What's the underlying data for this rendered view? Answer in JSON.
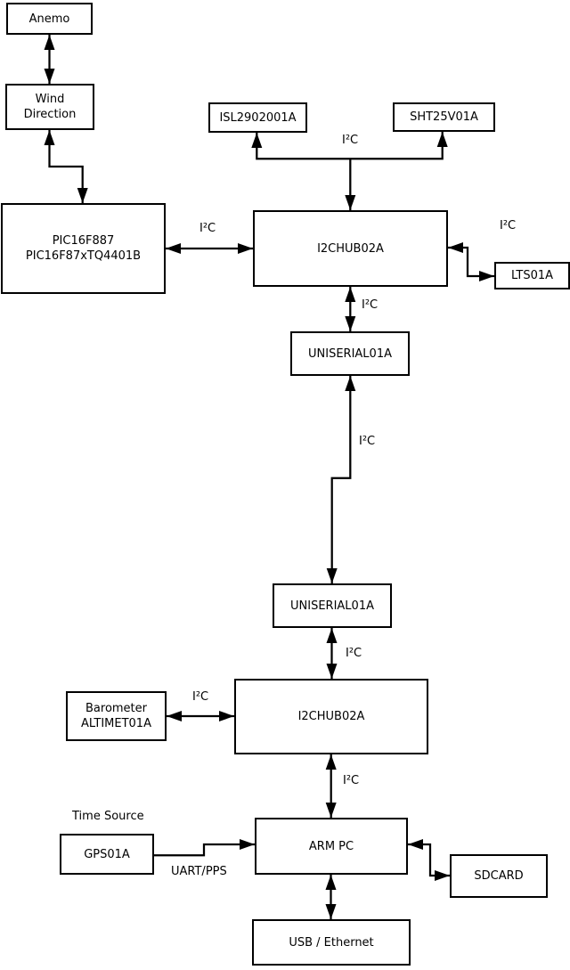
{
  "diagram": {
    "colors": {
      "stroke": "#000000",
      "background": "#ffffff"
    },
    "nodes": {
      "anemo": {
        "label": "Anemo"
      },
      "wind_direction": {
        "line1": "Wind",
        "line2": "Direction"
      },
      "pic": {
        "line1": "PIC16F887",
        "line2": "PIC16F87xTQ4401B"
      },
      "isl": {
        "label": "ISL2902001A"
      },
      "sht": {
        "label": "SHT25V01A"
      },
      "hub_top": {
        "label": "I2CHUB02A"
      },
      "lts": {
        "label": "LTS01A"
      },
      "uniserial_upper": {
        "label": "UNISERIAL01A"
      },
      "uniserial_lower": {
        "label": "UNISERIAL01A"
      },
      "hub_bottom": {
        "label": "I2CHUB02A"
      },
      "barometer": {
        "line1": "Barometer",
        "line2": "ALTIMET01A"
      },
      "gps": {
        "label": "GPS01A"
      },
      "arm_pc": {
        "label": "ARM PC"
      },
      "sdcard": {
        "label": "SDCARD"
      },
      "usb_ethernet": {
        "label": "USB / Ethernet"
      }
    },
    "edge_labels": {
      "i2c_sensor_bus": "I²C",
      "i2c_pic_hub": "I²C",
      "i2c_hub_lts": "I²C",
      "i2c_hub_uniserial": "I²C",
      "i2c_uniserial_link": "I²C",
      "i2c_uniserial_hub": "I²C",
      "i2c_barometer_hub": "I²C",
      "i2c_hub_arm": "I²C",
      "time_source": "Time Source",
      "uart_pps": "UART/PPS"
    }
  }
}
